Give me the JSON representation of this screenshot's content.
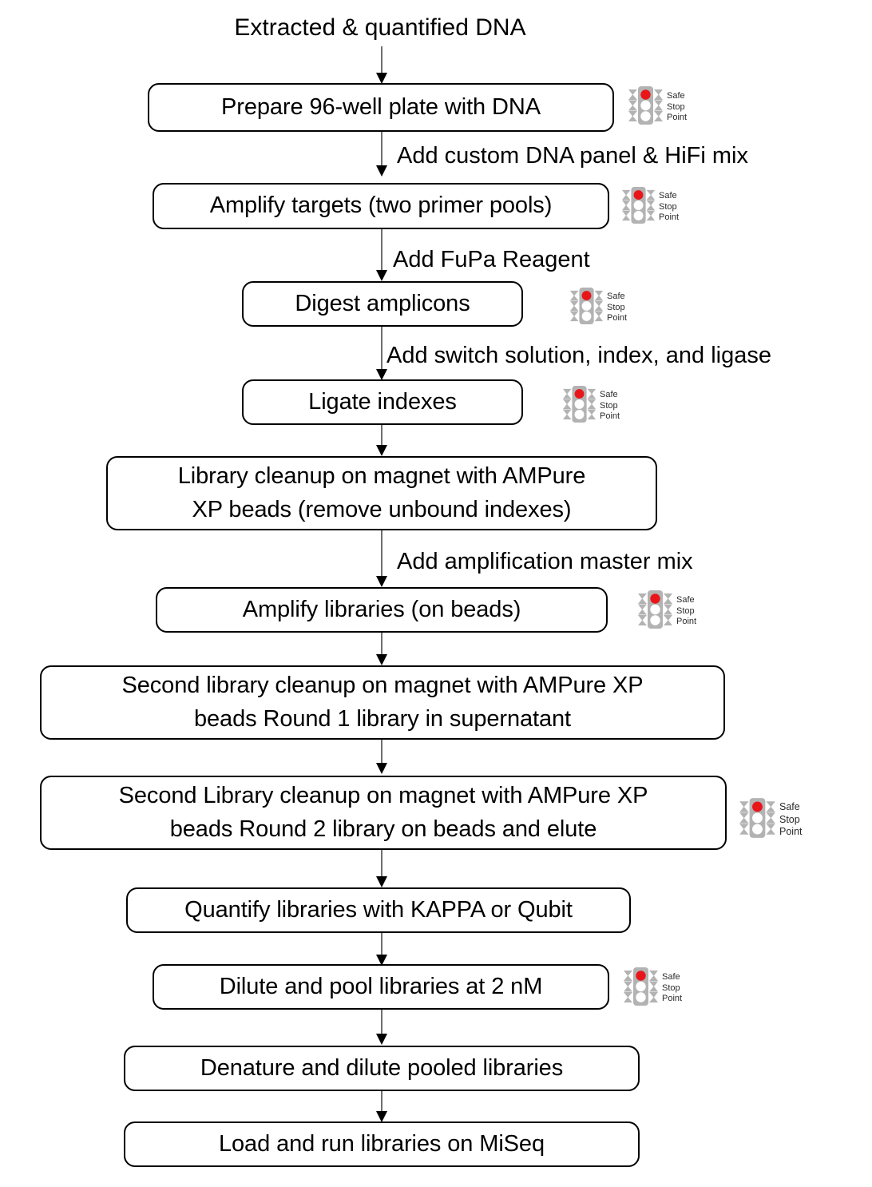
{
  "diagram": {
    "title_label": "Extracted & quantified DNA",
    "colors": {
      "box_border": "#000000",
      "box_fill": "#ffffff",
      "text": "#000000",
      "arrow_line": "#6f6f6f",
      "arrow_head": "#000000",
      "signal_body": "#b3b3b3",
      "signal_red": "#e8161a",
      "signal_off": "#ffffff",
      "signal_text": "#2b2b2b"
    },
    "safe_stop_point": {
      "line1": "Safe",
      "line2": "Stop",
      "line3": "Point",
      "icon": "traffic-light-icon"
    },
    "nodes": [
      {
        "id": "prepare-plate",
        "text": "Prepare 96-well plate with DNA"
      },
      {
        "id": "amplify-targets",
        "text": "Amplify targets (two primer pools)"
      },
      {
        "id": "digest-amplicons",
        "text": "Digest amplicons"
      },
      {
        "id": "ligate-indexes",
        "text": "Ligate indexes"
      },
      {
        "id": "library-cleanup",
        "line1": "Library cleanup on magnet with AMPure",
        "line2": "XP beads (remove unbound indexes)"
      },
      {
        "id": "amplify-libraries",
        "text": "Amplify libraries (on beads)"
      },
      {
        "id": "second-cleanup-r1",
        "line1": "Second library cleanup on magnet with AMPure XP",
        "line2": "beads Round 1 library in supernatant"
      },
      {
        "id": "second-cleanup-r2",
        "line1": "Second Library cleanup on magnet with AMPure XP",
        "line2": "beads Round 2 library on beads and elute"
      },
      {
        "id": "quantify-libraries",
        "text": "Quantify libraries with KAPPA or Qubit"
      },
      {
        "id": "dilute-pool",
        "text": "Dilute and pool libraries at 2 nM"
      },
      {
        "id": "denature-dilute",
        "text": "Denature and dilute pooled libraries"
      },
      {
        "id": "load-run",
        "text": "Load and run libraries on MiSeq"
      }
    ],
    "edge_labels": [
      {
        "id": "edge-1",
        "text": "Add custom DNA panel & HiFi mix"
      },
      {
        "id": "edge-2",
        "text": "Add FuPa Reagent"
      },
      {
        "id": "edge-3",
        "text": "Add switch solution, index, and ligase"
      },
      {
        "id": "edge-4",
        "text": "Add amplification master mix"
      }
    ]
  }
}
